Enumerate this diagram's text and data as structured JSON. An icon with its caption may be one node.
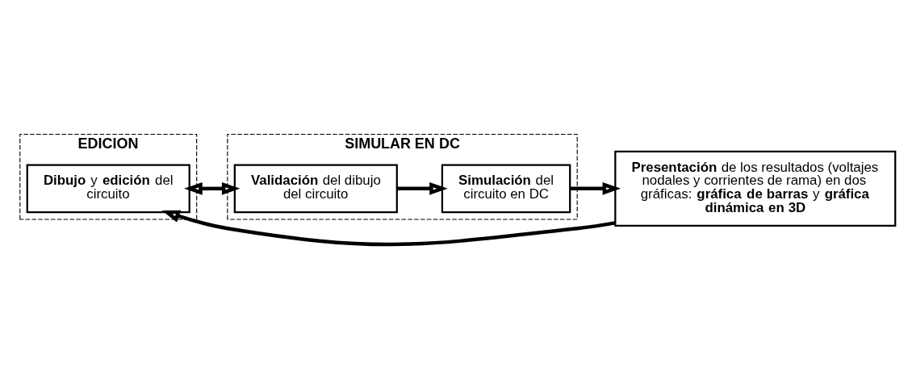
{
  "diagram": {
    "nodes": [
      {
        "text": [
          "EDICION"
        ]
      },
      {
        "text": [
          "**Dibujo** y **edición** del circuito"
        ],
        "in": 0
      },
      {
        "text": [
          "SIMULAR EN DC"
        ]
      },
      {
        "text": [
          "**Validación** del dibujo del circuito"
        ],
        "in": 2
      },
      {
        "text": [
          "**Simulación** del circuito en DC"
        ],
        "in": 2
      },
      {
        "text": [
          "**Presentación** de los resultados (voltajes nodales y corrientes de rama) en dos gráficas: **gráfica de barras** y **gráfica dinámica en 3D**"
        ]
      }
    ],
    "edges": [
      {
        "from": 1,
        "to": 3,
        "arrow": "both"
      },
      {
        "from": 3,
        "to": 4,
        "arrow": "to"
      },
      {
        "from": 4,
        "to": 5,
        "arrow": "to"
      },
      {
        "from": 5,
        "to": 1,
        "arrow": "to"
      }
    ]
  }
}
